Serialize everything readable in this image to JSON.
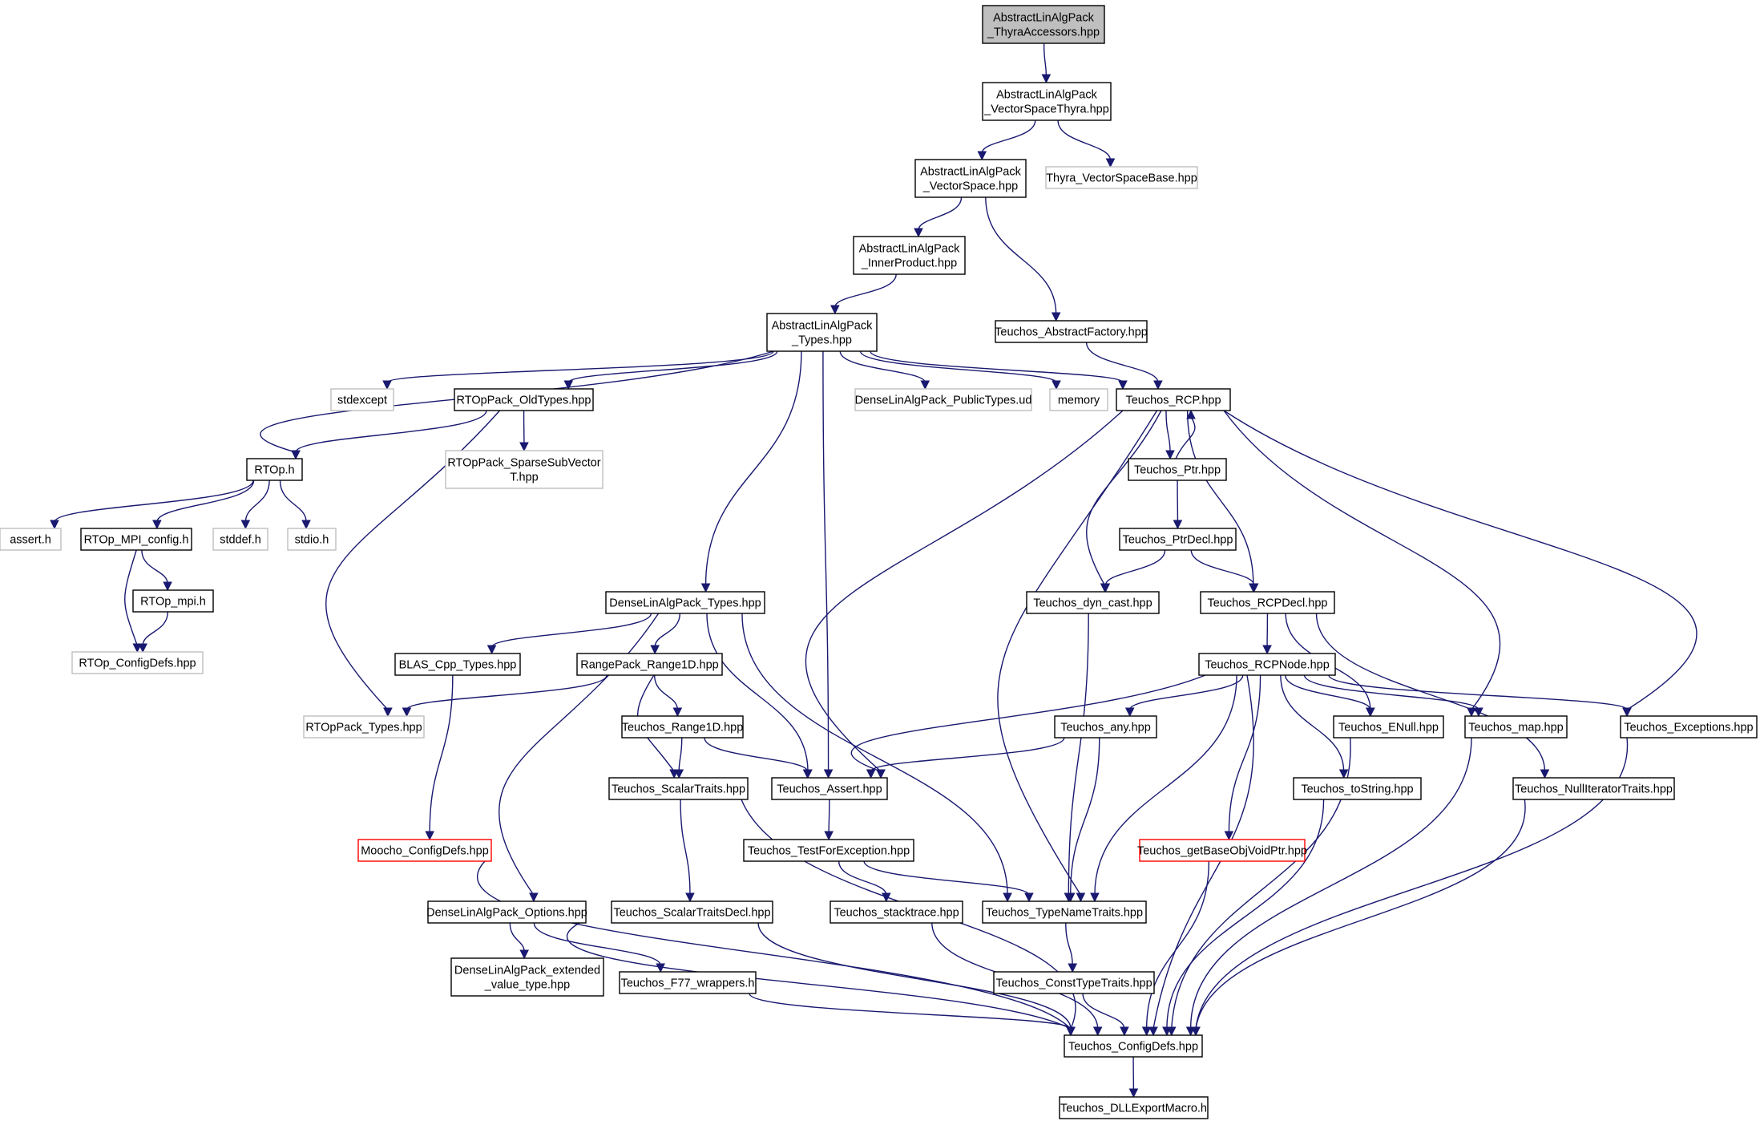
{
  "diagram": {
    "type": "include-dependency-graph",
    "colors": {
      "edge": "#191970",
      "root_fill": "#bfbfbf",
      "documented_border": "#000000",
      "external_border": "#bfbfbf",
      "truncated_border": "#ff0000",
      "text": "#000000",
      "background": "#ffffff"
    },
    "nodes": [
      {
        "id": "root",
        "lines": [
          "AbstractLinAlgPack",
          "_ThyraAccessors.hpp"
        ],
        "kind": "root"
      },
      {
        "id": "vsthyra",
        "lines": [
          "AbstractLinAlgPack",
          "_VectorSpaceThyra.hpp"
        ],
        "kind": "documented"
      },
      {
        "id": "vs",
        "lines": [
          "AbstractLinAlgPack",
          "_VectorSpace.hpp"
        ],
        "kind": "documented"
      },
      {
        "id": "thyravsb",
        "lines": [
          "Thyra_VectorSpaceBase.hpp"
        ],
        "kind": "external"
      },
      {
        "id": "innerprod",
        "lines": [
          "AbstractLinAlgPack",
          "_InnerProduct.hpp"
        ],
        "kind": "documented"
      },
      {
        "id": "alatypes",
        "lines": [
          "AbstractLinAlgPack",
          "_Types.hpp"
        ],
        "kind": "documented"
      },
      {
        "id": "absfactory",
        "lines": [
          "Teuchos_AbstractFactory.hpp"
        ],
        "kind": "documented"
      },
      {
        "id": "stdexcept",
        "lines": [
          "stdexcept"
        ],
        "kind": "external"
      },
      {
        "id": "rtopold",
        "lines": [
          "RTOpPack_OldTypes.hpp"
        ],
        "kind": "documented"
      },
      {
        "id": "densepub",
        "lines": [
          "DenseLinAlgPack_PublicTypes.ud"
        ],
        "kind": "external"
      },
      {
        "id": "memory",
        "lines": [
          "memory"
        ],
        "kind": "external"
      },
      {
        "id": "rcp",
        "lines": [
          "Teuchos_RCP.hpp"
        ],
        "kind": "documented"
      },
      {
        "id": "rtoph",
        "lines": [
          "RTOp.h"
        ],
        "kind": "documented"
      },
      {
        "id": "sparsesub",
        "lines": [
          "RTOpPack_SparseSubVector",
          "T.hpp"
        ],
        "kind": "external"
      },
      {
        "id": "ptr",
        "lines": [
          "Teuchos_Ptr.hpp"
        ],
        "kind": "documented"
      },
      {
        "id": "asserth",
        "lines": [
          "assert.h"
        ],
        "kind": "external"
      },
      {
        "id": "mpiconfig",
        "lines": [
          "RTOp_MPI_config.h"
        ],
        "kind": "documented"
      },
      {
        "id": "stddef",
        "lines": [
          "stddef.h"
        ],
        "kind": "external"
      },
      {
        "id": "stdio",
        "lines": [
          "stdio.h"
        ],
        "kind": "external"
      },
      {
        "id": "ptrdecl",
        "lines": [
          "Teuchos_PtrDecl.hpp"
        ],
        "kind": "documented"
      },
      {
        "id": "rtopmpi",
        "lines": [
          "RTOp_mpi.h"
        ],
        "kind": "documented"
      },
      {
        "id": "densetypes",
        "lines": [
          "DenseLinAlgPack_Types.hpp"
        ],
        "kind": "documented"
      },
      {
        "id": "dyncast",
        "lines": [
          "Teuchos_dyn_cast.hpp"
        ],
        "kind": "documented"
      },
      {
        "id": "rcpdecl",
        "lines": [
          "Teuchos_RCPDecl.hpp"
        ],
        "kind": "documented"
      },
      {
        "id": "rtopconfig",
        "lines": [
          "RTOp_ConfigDefs.hpp"
        ],
        "kind": "external"
      },
      {
        "id": "blas",
        "lines": [
          "BLAS_Cpp_Types.hpp"
        ],
        "kind": "documented"
      },
      {
        "id": "range1dpack",
        "lines": [
          "RangePack_Range1D.hpp"
        ],
        "kind": "documented"
      },
      {
        "id": "rcpnode",
        "lines": [
          "Teuchos_RCPNode.hpp"
        ],
        "kind": "documented"
      },
      {
        "id": "rtoppacktypes",
        "lines": [
          "RTOpPack_Types.hpp"
        ],
        "kind": "external"
      },
      {
        "id": "trange1d",
        "lines": [
          "Teuchos_Range1D.hpp"
        ],
        "kind": "documented"
      },
      {
        "id": "any",
        "lines": [
          "Teuchos_any.hpp"
        ],
        "kind": "documented"
      },
      {
        "id": "enull",
        "lines": [
          "Teuchos_ENull.hpp"
        ],
        "kind": "documented"
      },
      {
        "id": "map",
        "lines": [
          "Teuchos_map.hpp"
        ],
        "kind": "documented"
      },
      {
        "id": "exceptions",
        "lines": [
          "Teuchos_Exceptions.hpp"
        ],
        "kind": "documented"
      },
      {
        "id": "scalartraits",
        "lines": [
          "Teuchos_ScalarTraits.hpp"
        ],
        "kind": "documented"
      },
      {
        "id": "tassert",
        "lines": [
          "Teuchos_Assert.hpp"
        ],
        "kind": "documented"
      },
      {
        "id": "tostring",
        "lines": [
          "Teuchos_toString.hpp"
        ],
        "kind": "documented"
      },
      {
        "id": "nulliter",
        "lines": [
          "Teuchos_NullIteratorTraits.hpp"
        ],
        "kind": "documented"
      },
      {
        "id": "moocho",
        "lines": [
          "Moocho_ConfigDefs.hpp"
        ],
        "kind": "truncated"
      },
      {
        "id": "testforexc",
        "lines": [
          "Teuchos_TestForException.hpp"
        ],
        "kind": "documented"
      },
      {
        "id": "getbase",
        "lines": [
          "Teuchos_getBaseObjVoidPtr.hpp"
        ],
        "kind": "truncated"
      },
      {
        "id": "denseopts",
        "lines": [
          "DenseLinAlgPack_Options.hpp"
        ],
        "kind": "documented"
      },
      {
        "id": "scalartraitsdecl",
        "lines": [
          "Teuchos_ScalarTraitsDecl.hpp"
        ],
        "kind": "documented"
      },
      {
        "id": "stacktrace",
        "lines": [
          "Teuchos_stacktrace.hpp"
        ],
        "kind": "documented"
      },
      {
        "id": "typename",
        "lines": [
          "Teuchos_TypeNameTraits.hpp"
        ],
        "kind": "documented"
      },
      {
        "id": "denseext",
        "lines": [
          "DenseLinAlgPack_extended",
          "_value_type.hpp"
        ],
        "kind": "documented"
      },
      {
        "id": "f77",
        "lines": [
          "Teuchos_F77_wrappers.h"
        ],
        "kind": "documented"
      },
      {
        "id": "consttype",
        "lines": [
          "Teuchos_ConstTypeTraits.hpp"
        ],
        "kind": "documented"
      },
      {
        "id": "configdefs",
        "lines": [
          "Teuchos_ConfigDefs.hpp"
        ],
        "kind": "documented"
      },
      {
        "id": "dllexport",
        "lines": [
          "Teuchos_DLLExportMacro.h"
        ],
        "kind": "documented"
      }
    ],
    "edges": [
      [
        "root",
        "vsthyra"
      ],
      [
        "vsthyra",
        "vs"
      ],
      [
        "vsthyra",
        "thyravsb"
      ],
      [
        "vs",
        "innerprod"
      ],
      [
        "vs",
        "absfactory"
      ],
      [
        "innerprod",
        "alatypes"
      ],
      [
        "absfactory",
        "rcp"
      ],
      [
        "alatypes",
        "stdexcept"
      ],
      [
        "alatypes",
        "rtoph"
      ],
      [
        "alatypes",
        "rtopold"
      ],
      [
        "alatypes",
        "densetypes"
      ],
      [
        "alatypes",
        "tassert"
      ],
      [
        "alatypes",
        "densepub"
      ],
      [
        "alatypes",
        "memory"
      ],
      [
        "alatypes",
        "rcp"
      ],
      [
        "rtopold",
        "rtoph"
      ],
      [
        "rtopold",
        "sparsesub"
      ],
      [
        "rtopold",
        "rtoppacktypes"
      ],
      [
        "rtoph",
        "asserth"
      ],
      [
        "rtoph",
        "mpiconfig"
      ],
      [
        "rtoph",
        "stddef"
      ],
      [
        "rtoph",
        "stdio"
      ],
      [
        "mpiconfig",
        "rtopmpi"
      ],
      [
        "mpiconfig",
        "rtopconfig"
      ],
      [
        "rtopmpi",
        "rtopconfig"
      ],
      [
        "rcp",
        "ptr"
      ],
      [
        "ptr",
        "rcp"
      ],
      [
        "rcp",
        "tassert"
      ],
      [
        "rcp",
        "typename"
      ],
      [
        "rcp",
        "dyncast"
      ],
      [
        "rcp",
        "rcpdecl"
      ],
      [
        "rcp",
        "map"
      ],
      [
        "rcp",
        "exceptions"
      ],
      [
        "ptr",
        "ptrdecl"
      ],
      [
        "ptrdecl",
        "dyncast"
      ],
      [
        "ptrdecl",
        "rcpdecl"
      ],
      [
        "dyncast",
        "typename"
      ],
      [
        "rcpdecl",
        "rcpnode"
      ],
      [
        "rcpdecl",
        "enull"
      ],
      [
        "rcpdecl",
        "nulliter"
      ],
      [
        "rcpnode",
        "any"
      ],
      [
        "rcpnode",
        "tassert"
      ],
      [
        "rcpnode",
        "typename"
      ],
      [
        "rcpnode",
        "getbase"
      ],
      [
        "rcpnode",
        "configdefs"
      ],
      [
        "rcpnode",
        "tostring"
      ],
      [
        "rcpnode",
        "enull"
      ],
      [
        "rcpnode",
        "map"
      ],
      [
        "rcpnode",
        "exceptions"
      ],
      [
        "any",
        "tassert"
      ],
      [
        "any",
        "typename"
      ],
      [
        "densetypes",
        "blas"
      ],
      [
        "densetypes",
        "range1dpack"
      ],
      [
        "densetypes",
        "denseopts"
      ],
      [
        "densetypes",
        "tassert"
      ],
      [
        "densetypes",
        "typename"
      ],
      [
        "blas",
        "moocho"
      ],
      [
        "range1dpack",
        "rtoppacktypes"
      ],
      [
        "range1dpack",
        "trange1d"
      ],
      [
        "range1dpack",
        "scalartraits"
      ],
      [
        "trange1d",
        "scalartraits"
      ],
      [
        "trange1d",
        "tassert"
      ],
      [
        "tassert",
        "testforexc"
      ],
      [
        "testforexc",
        "stacktrace"
      ],
      [
        "testforexc",
        "typename"
      ],
      [
        "scalartraits",
        "scalartraitsdecl"
      ],
      [
        "scalartraits",
        "configdefs"
      ],
      [
        "scalartraitsdecl",
        "configdefs"
      ],
      [
        "stacktrace",
        "configdefs"
      ],
      [
        "typename",
        "consttype"
      ],
      [
        "consttype",
        "configdefs"
      ],
      [
        "getbase",
        "configdefs"
      ],
      [
        "tostring",
        "configdefs"
      ],
      [
        "enull",
        "configdefs"
      ],
      [
        "map",
        "configdefs"
      ],
      [
        "exceptions",
        "configdefs"
      ],
      [
        "nulliter",
        "configdefs"
      ],
      [
        "moocho",
        "configdefs"
      ],
      [
        "denseopts",
        "denseext"
      ],
      [
        "denseopts",
        "f77"
      ],
      [
        "denseopts",
        "configdefs"
      ],
      [
        "f77",
        "configdefs"
      ],
      [
        "configdefs",
        "dllexport"
      ]
    ]
  }
}
